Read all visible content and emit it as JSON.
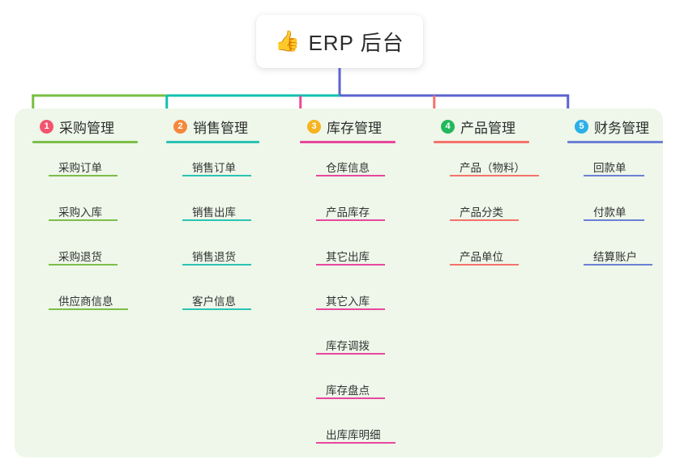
{
  "diagram": {
    "type": "mindmap",
    "root": {
      "emoji": "thumbs-up-emoji",
      "emoji_glyph": "👍",
      "title": "ERP 后台"
    },
    "panel_color": "#eef7e9",
    "canvas_color": "#ffffff",
    "branches": [
      {
        "index": "1",
        "label": "采购管理",
        "badge_color": "#F2536D",
        "accent_color": "#7DBE4B",
        "connector_color": "#76BF43",
        "underline_width": 130,
        "items": [
          {
            "label": "采购订单",
            "underline_width": 85
          },
          {
            "label": "采购入库",
            "underline_width": 85
          },
          {
            "label": "采购退货",
            "underline_width": 85
          },
          {
            "label": "供应商信息",
            "underline_width": 98
          }
        ]
      },
      {
        "index": "2",
        "label": "销售管理",
        "badge_color": "#F5883C",
        "accent_color": "#2BC3B4",
        "connector_color": "#0FC1AE",
        "underline_width": 115,
        "items": [
          {
            "label": "销售订单",
            "underline_width": 85
          },
          {
            "label": "销售出库",
            "underline_width": 85
          },
          {
            "label": "销售退货",
            "underline_width": 85
          },
          {
            "label": "客户信息",
            "underline_width": 85
          }
        ]
      },
      {
        "index": "3",
        "label": "库存管理",
        "badge_color": "#F7B320",
        "accent_color": "#E8479E",
        "connector_color": "#EC4899",
        "underline_width": 118,
        "items": [
          {
            "label": "仓库信息",
            "underline_width": 85
          },
          {
            "label": "产品库存",
            "underline_width": 85
          },
          {
            "label": "其它出库",
            "underline_width": 85
          },
          {
            "label": "其它入库",
            "underline_width": 85
          },
          {
            "label": "库存调拨",
            "underline_width": 85
          },
          {
            "label": "库存盘点",
            "underline_width": 85
          },
          {
            "label": "出库库明细",
            "underline_width": 98
          }
        ]
      },
      {
        "index": "4",
        "label": "产品管理",
        "badge_color": "#22B85C",
        "accent_color": "#F4736B",
        "connector_color": "#F4736B",
        "underline_width": 118,
        "items": [
          {
            "label": "产品（物料）",
            "underline_width": 110
          },
          {
            "label": "产品分类",
            "underline_width": 85
          },
          {
            "label": "产品单位",
            "underline_width": 85
          }
        ]
      },
      {
        "index": "5",
        "label": "财务管理",
        "badge_color": "#2BB0E8",
        "accent_color": "#6C7FD6",
        "connector_color": "#5B63CF",
        "underline_width": 118,
        "items": [
          {
            "label": "回款单",
            "underline_width": 75
          },
          {
            "label": "付款单",
            "underline_width": 75
          },
          {
            "label": "结算账户",
            "underline_width": 85
          }
        ]
      }
    ]
  }
}
